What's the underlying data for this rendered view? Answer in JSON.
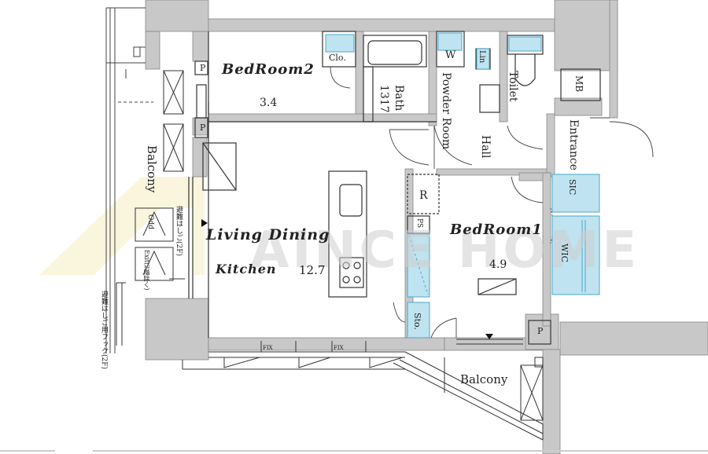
{
  "rooms": {
    "bedroom2": {
      "name": "BedRoom2",
      "size": "3.4"
    },
    "bedroom1": {
      "name": "BedRoom1",
      "size": "4.9"
    },
    "ldk_line1": "Living Dining",
    "ldk_line2": "Kitchen",
    "ldk_size": "12.7",
    "bath": "Bath",
    "bath_size": "1317",
    "powder_room": "Powder Room",
    "toilet": "Toilet",
    "hall": "Hall",
    "entrance": "Entrance",
    "balcony_left": "Balcony",
    "balcony_bottom": "Balcony"
  },
  "fixtures": {
    "closet": "Clo.",
    "washer": "W",
    "linen": "Lin",
    "mb": "MB",
    "sic": "SIC",
    "wic": "WIC",
    "storage": "Sto.",
    "fridge": "R",
    "ps": "PS",
    "pipe_shaft_label": "P",
    "outdoor_unit": "Odd",
    "exit_ladder": "Exit(2階除く)",
    "evac_ladder_note": "避難はしご(2F)",
    "evac_hook_note": "避難はしご用フック(2F)",
    "window_label": "FIX"
  },
  "watermark": {
    "logo_mark": "A",
    "text": "AINCE HOME"
  },
  "colors": {
    "wall": "#c8c8c8",
    "storage_fill": "#bfe3f0",
    "storage_stroke": "#4aa8c8",
    "line": "#333333",
    "watermark": "#d7d7d7"
  }
}
